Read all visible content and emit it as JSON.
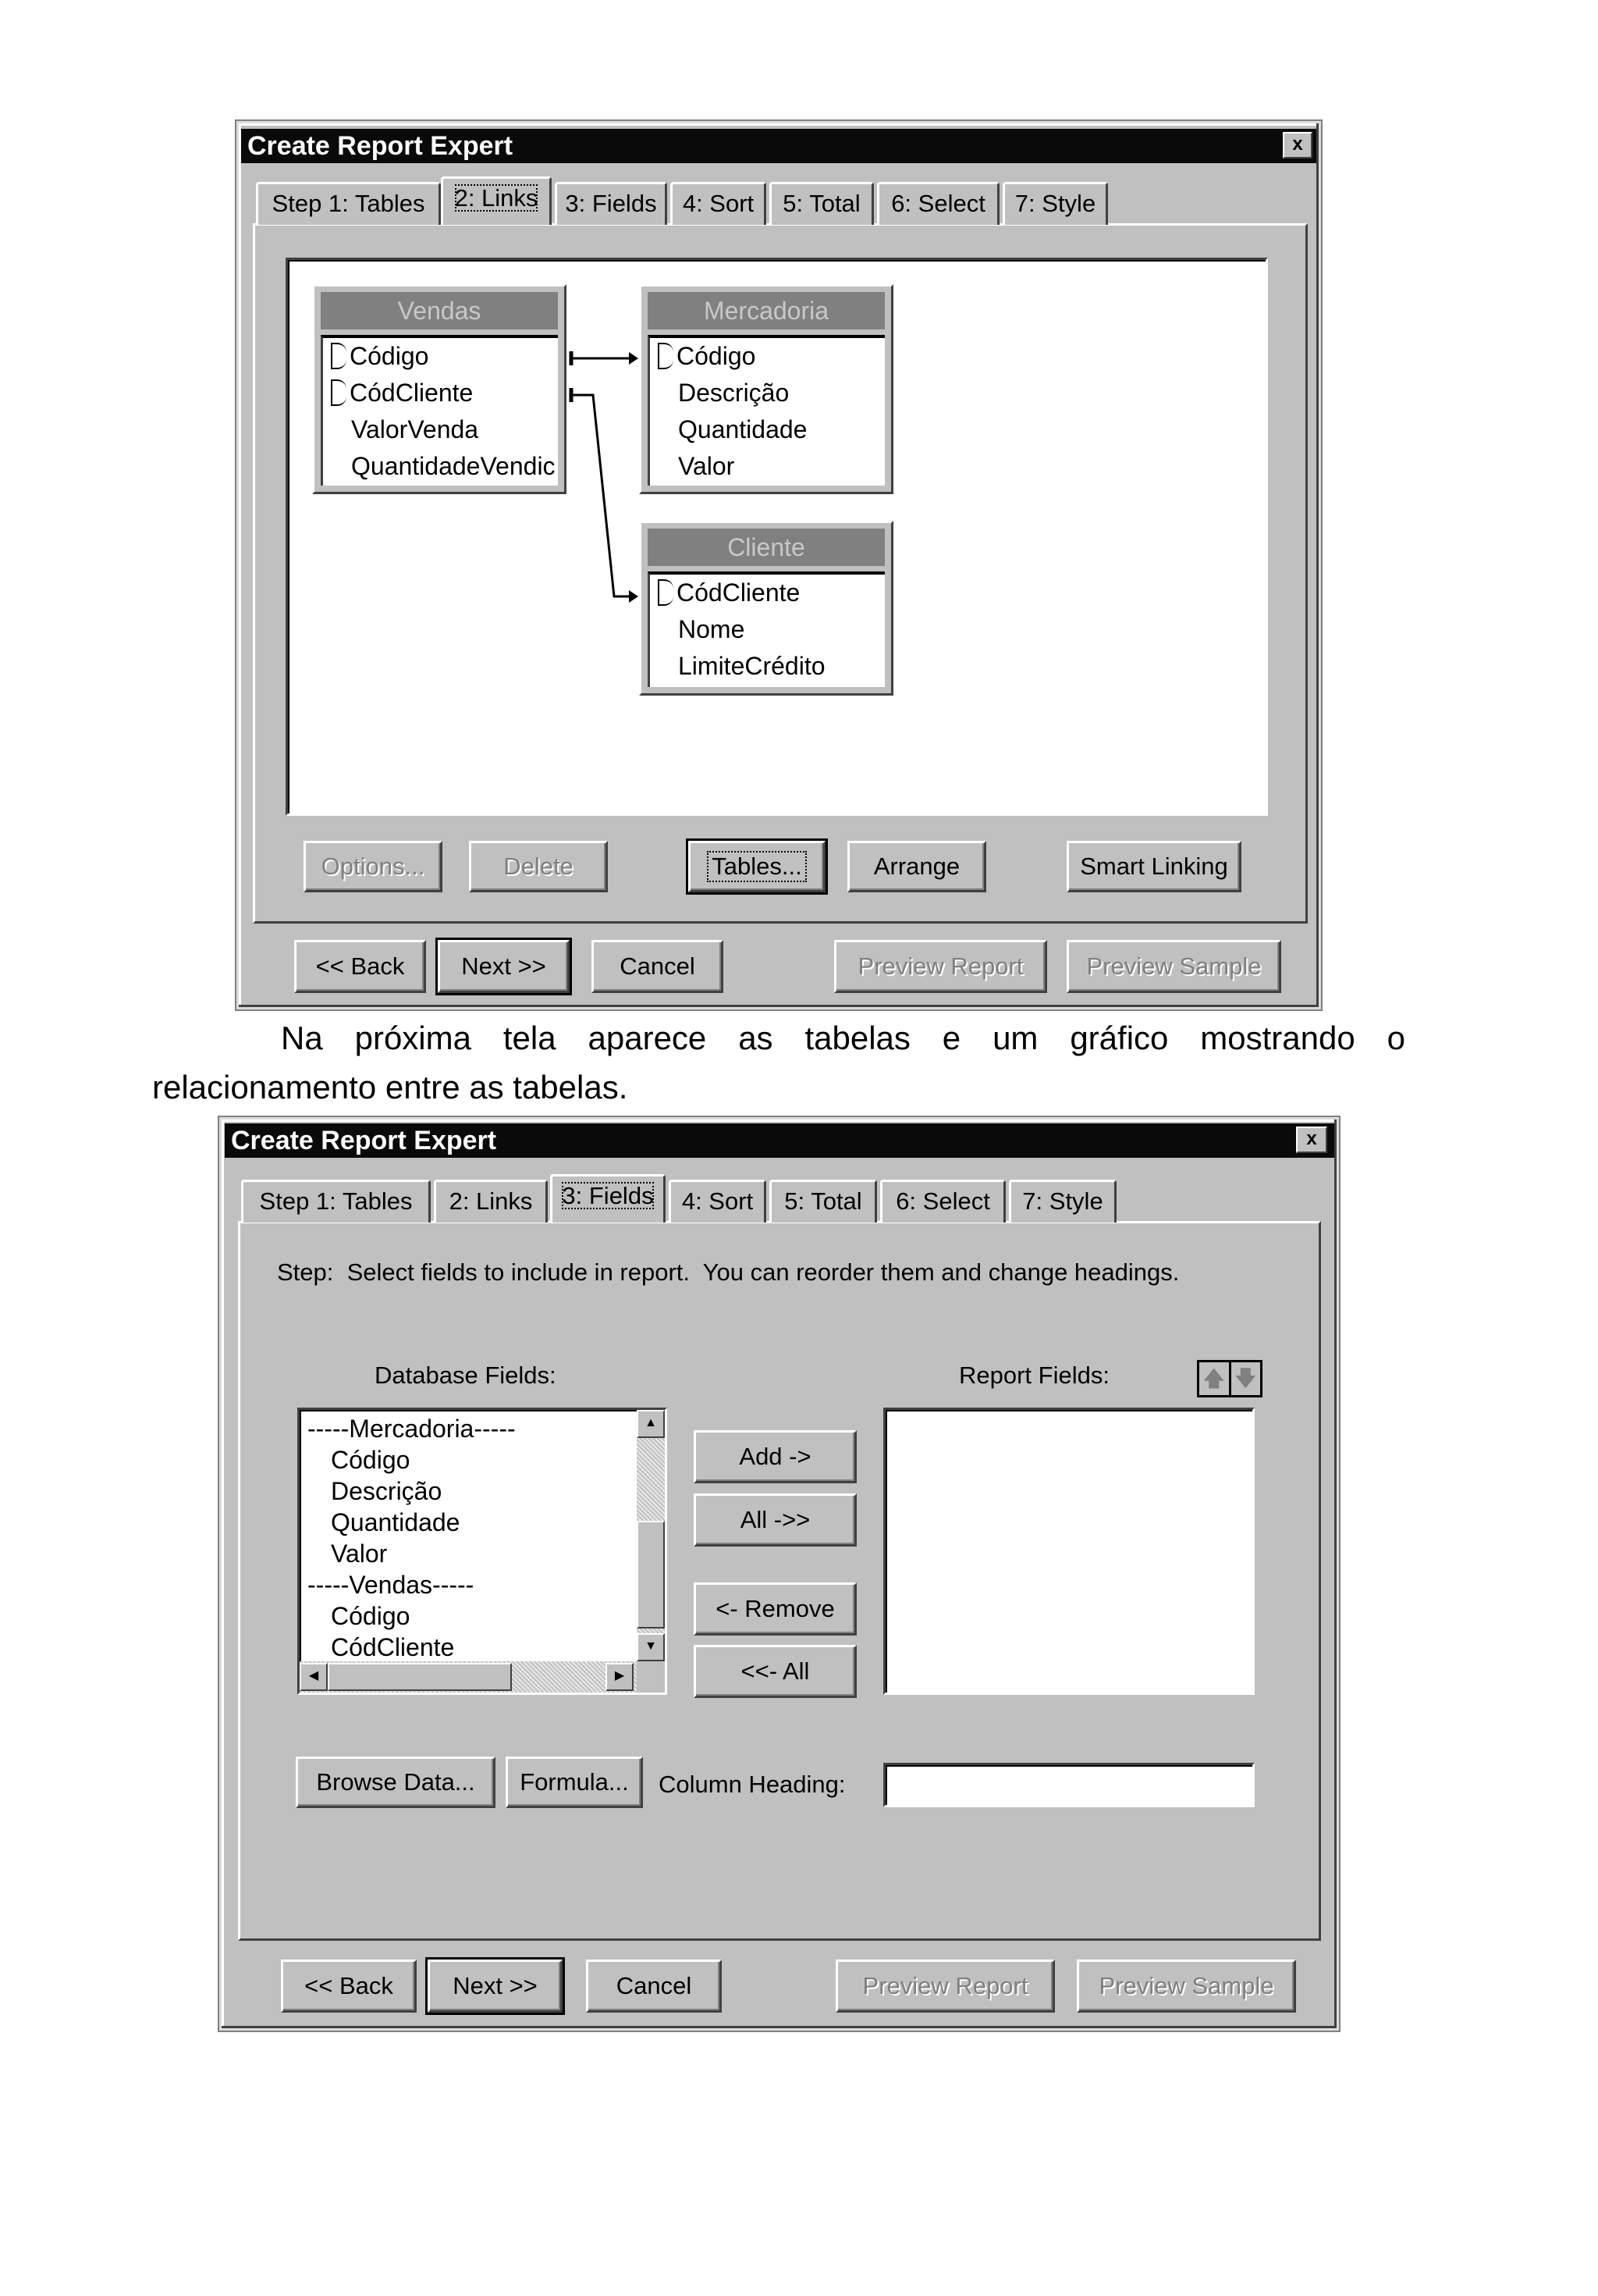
{
  "dialog1": {
    "title": "Create Report Expert",
    "close": "x",
    "tabs": [
      {
        "label": "Step 1: Tables"
      },
      {
        "label": "2: Links",
        "selected": true
      },
      {
        "label": "3: Fields"
      },
      {
        "label": "4: Sort"
      },
      {
        "label": "5: Total"
      },
      {
        "label": "6: Select"
      },
      {
        "label": "7: Style"
      }
    ],
    "tables": {
      "vendas": {
        "name": "Vendas",
        "fields": [
          "Código",
          "CódCliente",
          "ValorVenda",
          "QuantidadeVendic"
        ]
      },
      "mercadoria": {
        "name": "Mercadoria",
        "fields": [
          "Código",
          "Descrição",
          "Quantidade",
          "Valor"
        ]
      },
      "cliente": {
        "name": "Cliente",
        "fields": [
          "CódCliente",
          "Nome",
          "LimiteCrédito"
        ]
      }
    },
    "buttons": {
      "options": "Options...",
      "delete": "Delete",
      "tables": "Tables...",
      "arrange": "Arrange",
      "smart_linking": "Smart Linking"
    },
    "nav": {
      "back": "<< Back",
      "next": "Next >>",
      "cancel": "Cancel",
      "preview_report": "Preview Report",
      "preview_sample": "Preview Sample"
    }
  },
  "paragraph": {
    "line1": "Na próxima tela aparece as tabelas e um gráfico mostrando o",
    "line2": "relacionamento entre as tabelas."
  },
  "dialog2": {
    "title": "Create Report Expert",
    "close": "x",
    "tabs": [
      {
        "label": "Step 1: Tables"
      },
      {
        "label": "2: Links"
      },
      {
        "label": "3: Fields",
        "selected": true
      },
      {
        "label": "4: Sort"
      },
      {
        "label": "5: Total"
      },
      {
        "label": "6: Select"
      },
      {
        "label": "7: Style"
      }
    ],
    "step_text": "Step:  Select fields to include in report.  You can reorder them and change headings.",
    "database_fields_label": "Database Fields:",
    "report_fields_label": "Report Fields:",
    "database_fields": [
      "-----Mercadoria-----",
      "Código",
      "Descrição",
      "Quantidade",
      "Valor",
      "-----Vendas-----",
      "Código",
      "CódCliente"
    ],
    "buttons": {
      "add": "Add ->",
      "all": "All ->>",
      "remove": "<- Remove",
      "remove_all": "<<- All",
      "browse_data": "Browse Data...",
      "formula": "Formula..."
    },
    "column_heading_label": "Column Heading:",
    "column_heading_value": "",
    "nav": {
      "back": "<< Back",
      "next": "Next >>",
      "cancel": "Cancel",
      "preview_report": "Preview Report",
      "preview_sample": "Preview Sample"
    }
  }
}
